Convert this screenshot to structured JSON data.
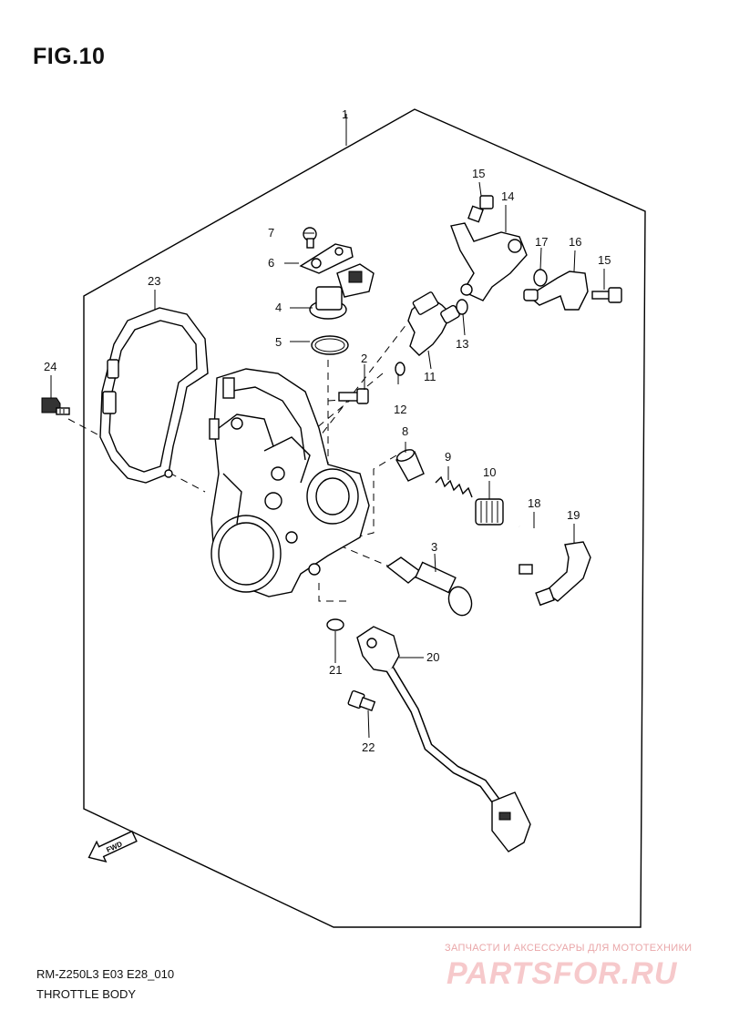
{
  "figure": {
    "title": "FIG.10",
    "model_code": "RM-Z250L3 E03 E28_010",
    "section_title": "THROTTLE BODY",
    "fwd_label": "FWD"
  },
  "callouts": [
    "1",
    "2",
    "3",
    "4",
    "5",
    "6",
    "7",
    "8",
    "9",
    "10",
    "11",
    "12",
    "13",
    "14",
    "15",
    "15",
    "16",
    "17",
    "18",
    "19",
    "20",
    "21",
    "22",
    "23",
    "24"
  ],
  "watermark": {
    "tagline": "ЗАПЧАСТИ И АКСЕССУАРЫ ДЛЯ МОТОТЕХНИКИ",
    "logo": "PARTSFOR.RU",
    "color": "#e9a6a8"
  }
}
